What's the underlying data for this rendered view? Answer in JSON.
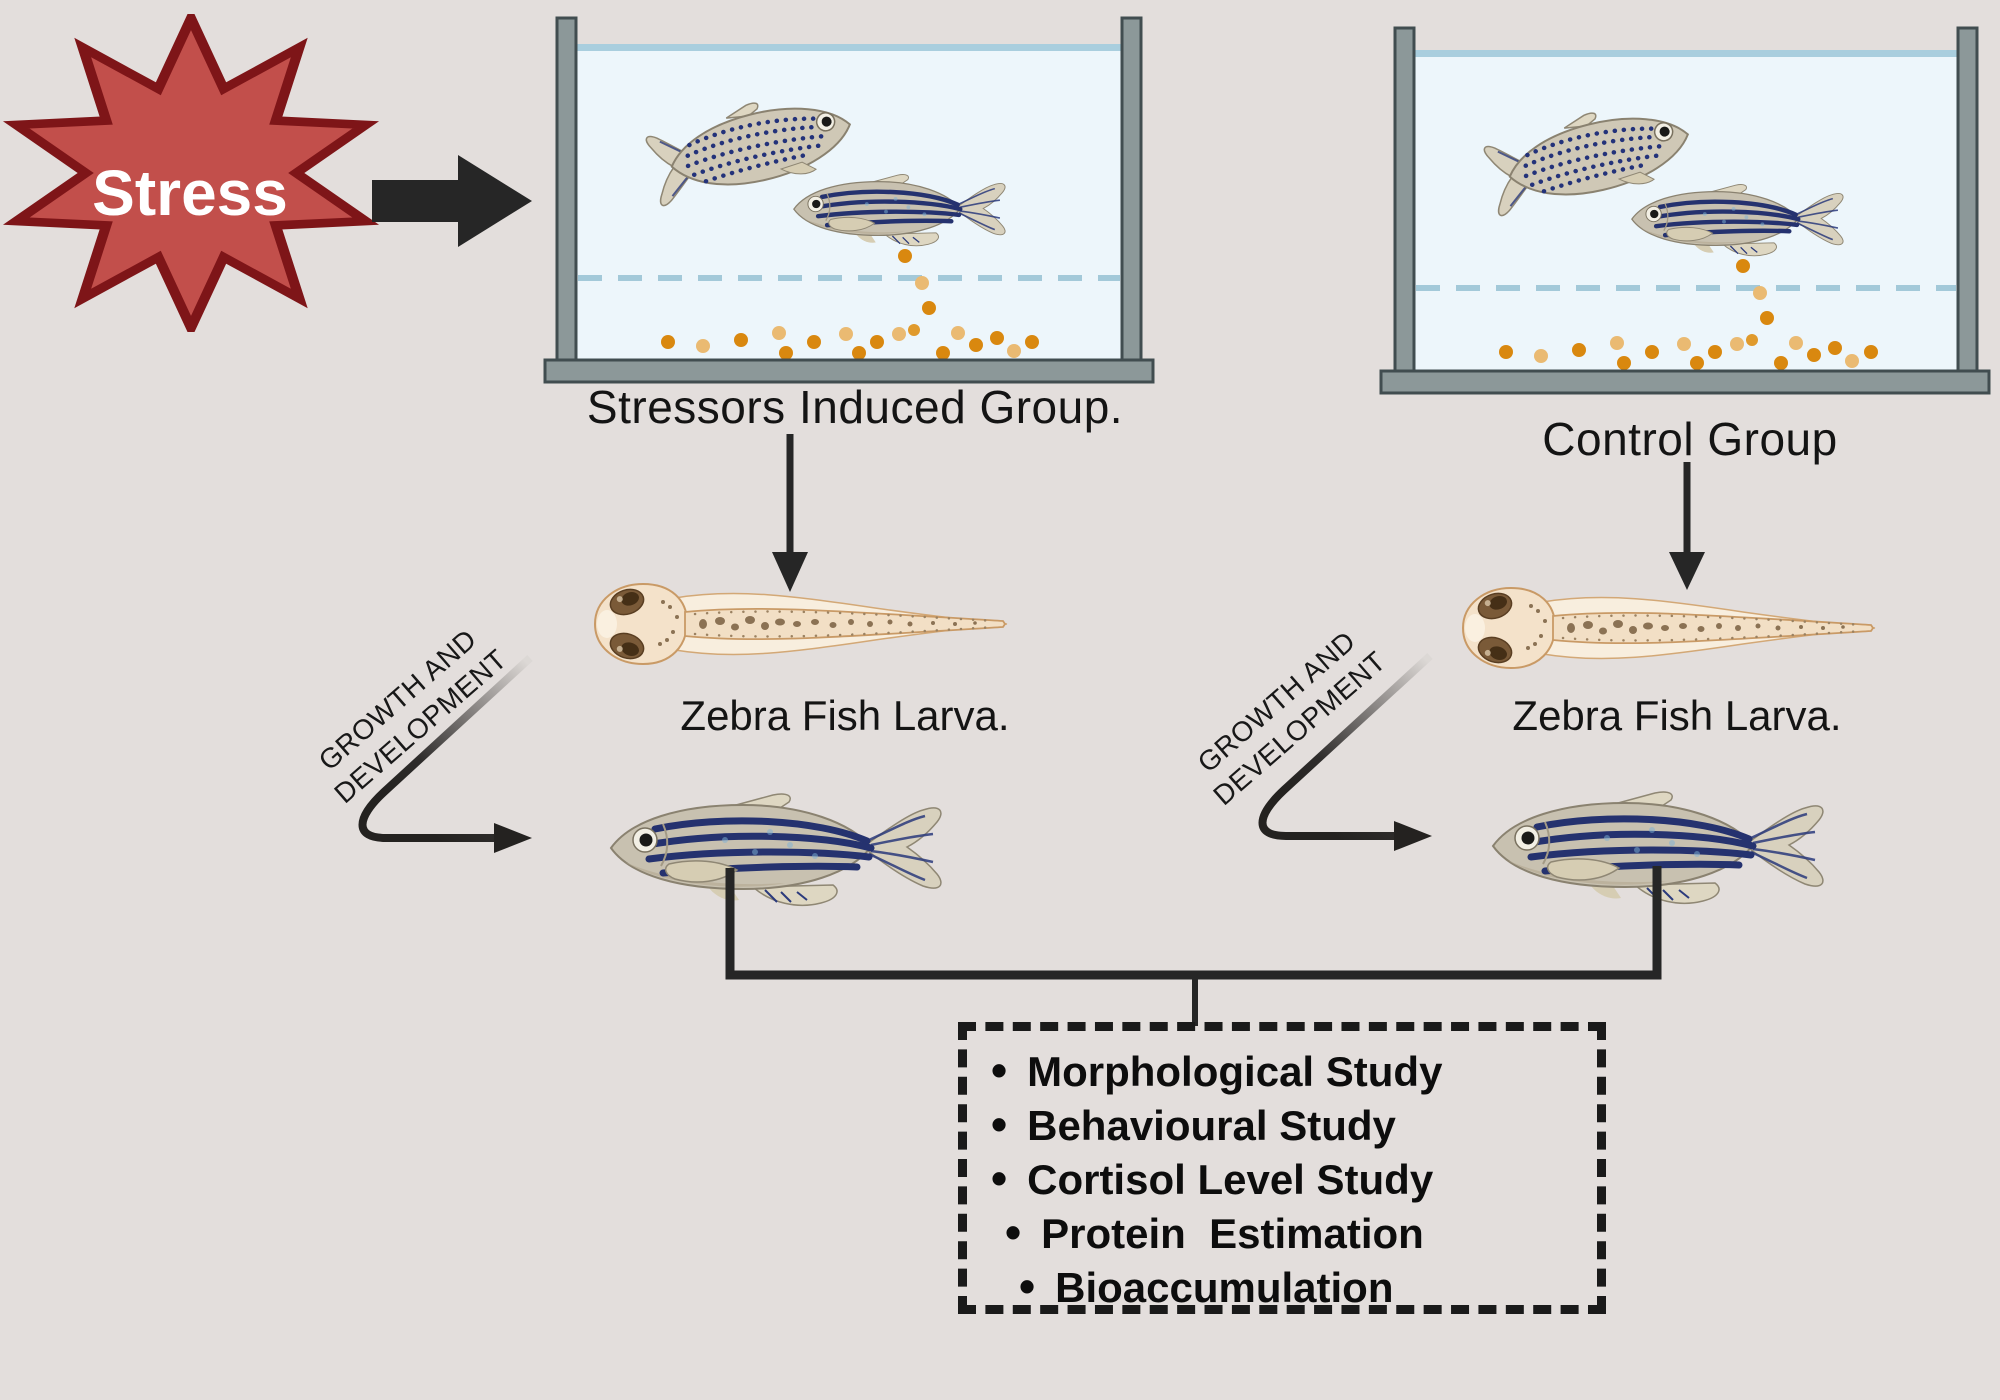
{
  "colors": {
    "background": "#e3dedc",
    "stress_fill": "#c24f4b",
    "stress_border": "#7e1518",
    "line_black": "#262626",
    "tank_frame": "#8c9899",
    "tank_frame_border": "#414d50",
    "water": "#edf6fb",
    "water_surface": "#a9cede",
    "water_dash": "#a3c9d9",
    "pellet_orange": "#d9880f",
    "pellet_light": "#eaba72",
    "fish_stripe_navy": "#25326f"
  },
  "stress": {
    "label": "Stress"
  },
  "tanks": {
    "stressed": {
      "label": "Stressors Induced Group."
    },
    "control": {
      "label": "Control Group"
    }
  },
  "larvae": {
    "stressed_label": "Zebra Fish Larva.",
    "control_label": "Zebra Fish Larva."
  },
  "growth_arrows": {
    "line1": "GROWTH AND",
    "line2": "DEVELOPMENT"
  },
  "studies": {
    "bullet": "•",
    "items": [
      "Morphological Study",
      "Behavioural Study",
      "Cortisol Level Study",
      "Protein  Estimation",
      "Bioaccumulation"
    ]
  }
}
